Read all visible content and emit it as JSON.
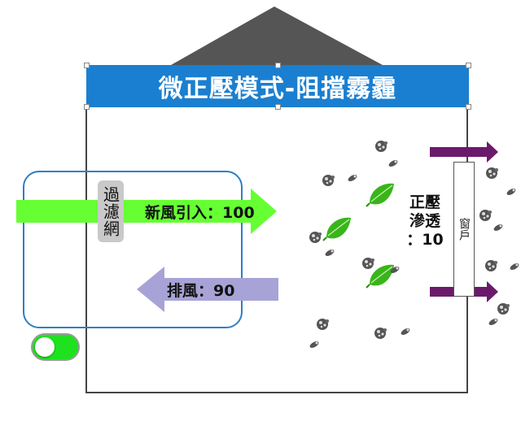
{
  "title": "微正壓模式-阻擋霧霾",
  "filter_label": "過濾網",
  "inflow_label": "新風引入：100",
  "exhaust_label": "排風：90",
  "positive_pressure_label": "正壓\n滲透\n：10",
  "window_label": "窗戶",
  "toggle": {
    "state": "on"
  },
  "colors": {
    "roof": "#555555",
    "title_banner": "#1a7fd0",
    "inflow_arrow": "#66ff33",
    "exhaust_arrow": "#a8a3d6",
    "leak_arrow": "#6b1a6b",
    "leaf": "#39b51a",
    "filter_box": "#2e7fc3",
    "toggle_on": "#1ee21e"
  },
  "icons": [
    "smog-particle-icon",
    "leaf-icon",
    "rotate-handle-icon"
  ]
}
